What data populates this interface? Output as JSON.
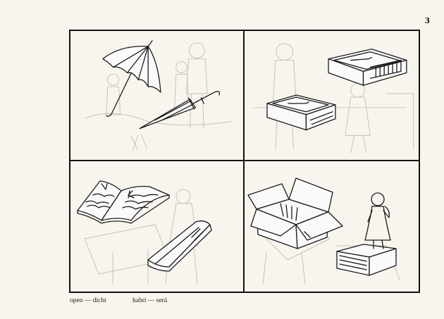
{
  "page_number": "3",
  "captions": {
    "left": "open — dicht",
    "right": "habrí — será"
  },
  "panels": [
    {
      "id": "umbrellas",
      "subject": "umbrella-open-and-closed"
    },
    {
      "id": "matchboxes",
      "subject": "matchbox-open-and-closed"
    },
    {
      "id": "books",
      "subject": "book-open-and-closed"
    },
    {
      "id": "boxes",
      "subject": "box-open-and-closed"
    }
  ],
  "colors": {
    "ink": "#1a1a1a",
    "ghost": "#c9c3b6",
    "paper": "#f8f5ee"
  }
}
